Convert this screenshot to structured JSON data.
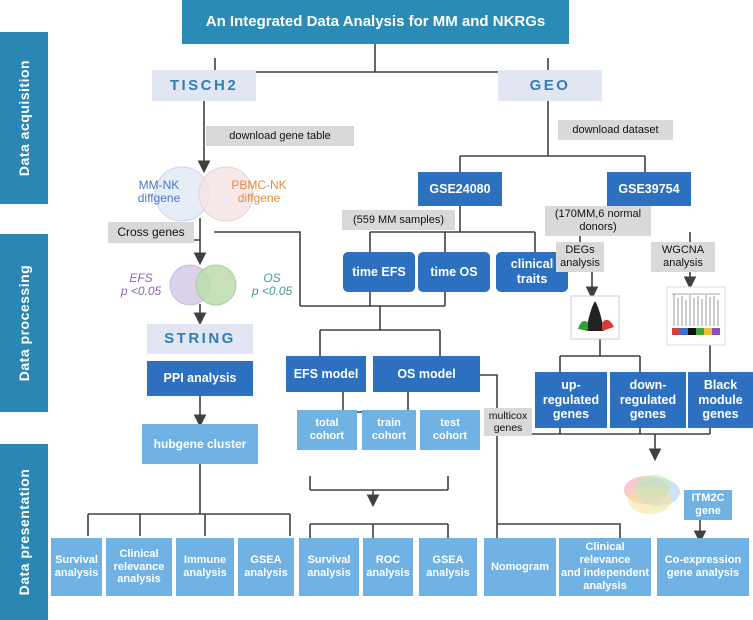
{
  "title": "An Integrated Data Analysis for MM and NKRGs",
  "sections": {
    "acquisition": "Data  acquisition",
    "processing": "Data  processing",
    "presentation": "Data  presentation"
  },
  "sources": {
    "tisch2": "TISCH2",
    "geo": "GEO",
    "string": "STRING"
  },
  "labels": {
    "download_gene_table": "download gene table",
    "download_dataset": "download dataset",
    "cross_genes": "Cross genes",
    "mm_samples": "(559 MM samples)",
    "gse39754_samples": "(170MM,6 normal\ndonors)",
    "degs_analysis": "DEGs\nanalysis",
    "wgcna_analysis": "WGCNA\nanalysis",
    "multicox_genes": "multicox\ngenes"
  },
  "venn_top": {
    "left": "MM-NK\ndiffgene",
    "right": "PBMC-NK\ndiffgene"
  },
  "venn_mid": {
    "left": "EFS\np <0.05",
    "right": "OS\np <0.05"
  },
  "datasets": {
    "gse24080": "GSE24080",
    "gse39754": "GSE39754"
  },
  "processing": {
    "time_efs": "time EFS",
    "time_os": "time OS",
    "clinical_traits": "clinical\ntraits",
    "ppi_analysis": "PPI analysis",
    "efs_model": "EFS model",
    "os_model": "OS model",
    "up_genes": "up-\nregulated\ngenes",
    "down_genes": "down-\nregulated\ngenes",
    "black_genes": "Black\nmodule\ngenes"
  },
  "cohorts": {
    "total": "total\ncohort",
    "train": "train\ncohort",
    "test": "test\ncohort"
  },
  "hubgene": "hubgene cluster",
  "itm2c": "ITM2C\ngene",
  "outputs": {
    "survival1": "Survival\nanalysis",
    "clinical1": "Clinical\nrelevance\nanalysis",
    "immune": "Immune\nanalysis",
    "gsea1": "GSEA\nanalysis",
    "survival2": "Survival\nanalysis",
    "roc": "ROC\nanalysis",
    "gsea2": "GSEA\nanalysis",
    "nomogram": "Nomogram",
    "clinical2": "Clinical relevance\nand independent\nanalysis",
    "coexpression": "Co-expression\ngene analysis"
  },
  "colors": {
    "title": "#2a8bb6",
    "dark": "#2e70c0",
    "light": "#6fb2e3",
    "source": "#e1e6f2",
    "grey": "#d9d9d9",
    "line": "#404040"
  }
}
